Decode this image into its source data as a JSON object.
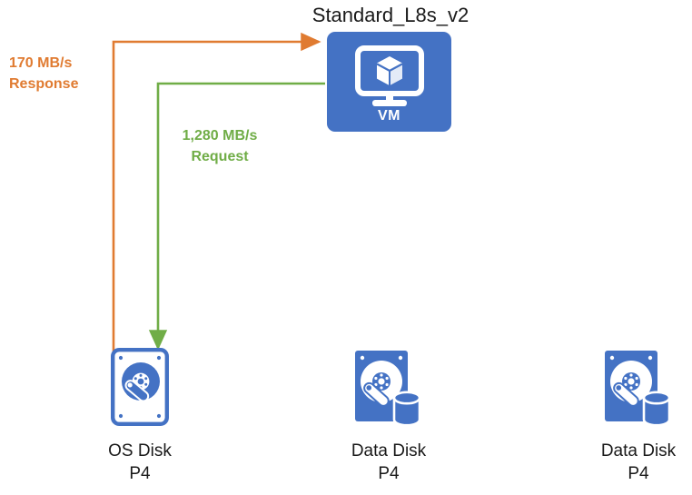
{
  "diagram": {
    "title": "Standard_L8s_v2",
    "colors": {
      "vm_blue": "#4472C4",
      "disk_blue": "#4472C4",
      "response_orange": "#E07B31",
      "request_green": "#70AD47",
      "text": "#1a1a1a"
    }
  },
  "vm": {
    "title": "Standard_L8s_v2",
    "label": "VM",
    "icon": "monitor-cube-icon"
  },
  "flows": [
    {
      "id": "response",
      "rate": "170 MB/s",
      "direction_label": "Response",
      "color": "#E07B31",
      "from": "OS Disk P4",
      "to": "VM",
      "arrow_points_to": "vm"
    },
    {
      "id": "request",
      "rate": "1,280 MB/s",
      "direction_label": "Request",
      "color": "#70AD47",
      "from": "VM",
      "to": "OS Disk P4",
      "arrow_points_to": "os-disk"
    }
  ],
  "disks": [
    {
      "id": "os-disk",
      "name": "OS Disk",
      "tier": "P4",
      "icon": "hard-disk-outline-icon",
      "attached": true
    },
    {
      "id": "data-disk-1",
      "name": "Data Disk",
      "tier": "P4",
      "icon": "hard-disk-database-icon",
      "attached": false
    },
    {
      "id": "data-disk-2",
      "name": "Data Disk",
      "tier": "P4",
      "icon": "hard-disk-database-icon",
      "attached": false
    }
  ]
}
